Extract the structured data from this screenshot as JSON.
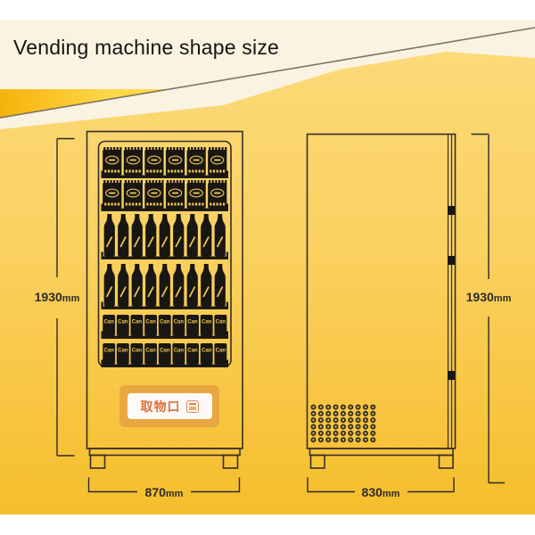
{
  "title": "Vending machine shape size",
  "front_view": {
    "height": {
      "value": "1930",
      "unit": "mm"
    },
    "width": {
      "value": "870",
      "unit": "mm"
    },
    "pickup_port": {
      "label": "取物口"
    },
    "shelves": [
      {
        "type": "snack",
        "count": 6
      },
      {
        "type": "snack",
        "count": 6
      },
      {
        "type": "bottle",
        "count": 9
      },
      {
        "type": "bottle",
        "count": 9
      },
      {
        "type": "can",
        "count": 9,
        "item_label": "Can"
      },
      {
        "type": "can",
        "count": 9,
        "item_label": "Can"
      }
    ]
  },
  "side_view": {
    "height": {
      "value": "1930",
      "unit": "mm"
    },
    "depth": {
      "value": "830",
      "unit": "mm"
    },
    "vent_grid": {
      "rows": 6,
      "cols": 9
    },
    "hinge_count": 3
  },
  "colors": {
    "title_color": "#141414",
    "cream": "#FAF3E2",
    "background_yellow_top": "#FCDA78",
    "background_yellow_mid": "#FAD162",
    "background_yellow_bottom": "#F6BE2C",
    "gold_accent": "#F5B20B",
    "gold_accent_light": "#FFD84A",
    "diagonal_line_gray": "#7A746A",
    "line_art": "#33302B",
    "dim_line": "#2B2B2B",
    "product_dark": "#191713",
    "product_accent": "#F6C94F",
    "pickup_orange": "#E8A841",
    "pickup_text_orange": "#DD6F3B"
  }
}
